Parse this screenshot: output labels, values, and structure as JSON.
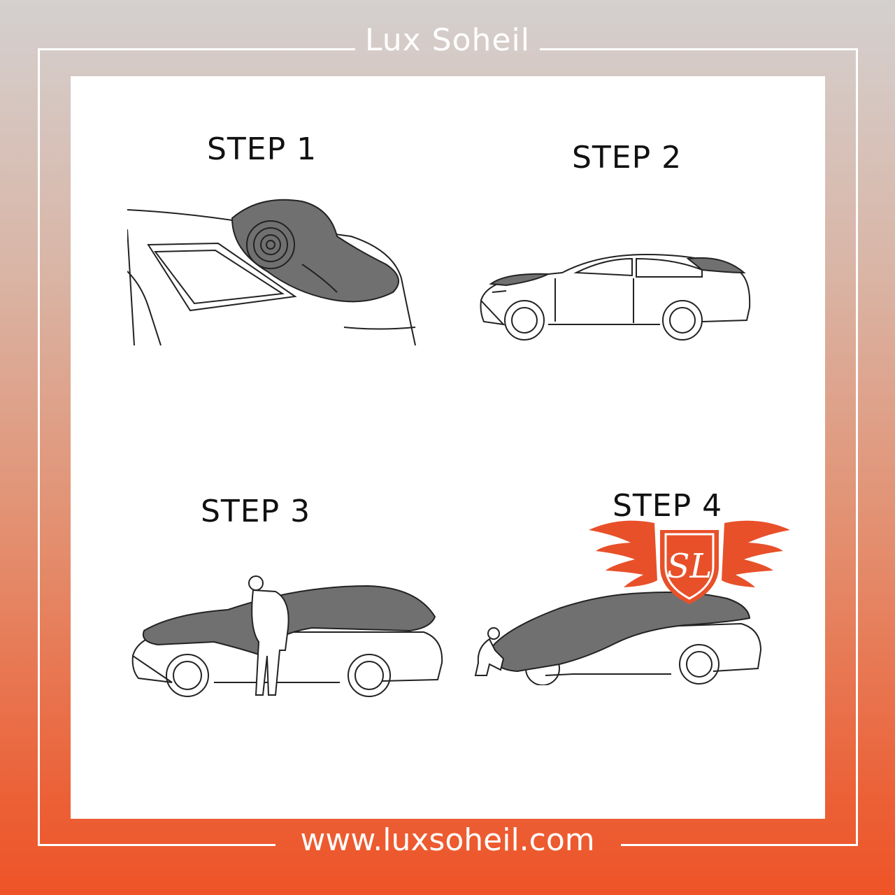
{
  "brand": {
    "title": "Lux Soheil",
    "url": "www.luxsoheil.com"
  },
  "steps": [
    {
      "label": "STEP 1",
      "illustration": "rolled-cover-on-trunk"
    },
    {
      "label": "STEP 2",
      "illustration": "cover-unrolled-over-roof"
    },
    {
      "label": "STEP 3",
      "illustration": "person-pulling-cover-over-front"
    },
    {
      "label": "STEP 4",
      "illustration": "person-securing-cover-at-bumper"
    }
  ],
  "colors": {
    "frame": "#ffffff",
    "gradient_top": "#d4d0cf",
    "gradient_bottom": "#ee5428",
    "cover_gray": "#707070",
    "logo_accent": "#e8502a"
  }
}
